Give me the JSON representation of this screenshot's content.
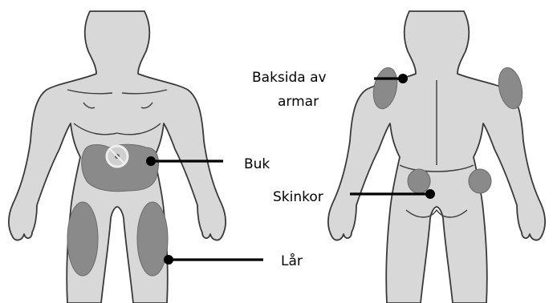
{
  "labels": {
    "arms_line1": "Baksida av",
    "arms_line2": "armar",
    "abdomen": "Buk",
    "buttocks": "Skinkor",
    "thighs": "Lår"
  },
  "colors": {
    "body_fill": "#d8d8d8",
    "outline": "#3a3a3a",
    "zone": "#8a8a8a",
    "leader": "#000000"
  }
}
